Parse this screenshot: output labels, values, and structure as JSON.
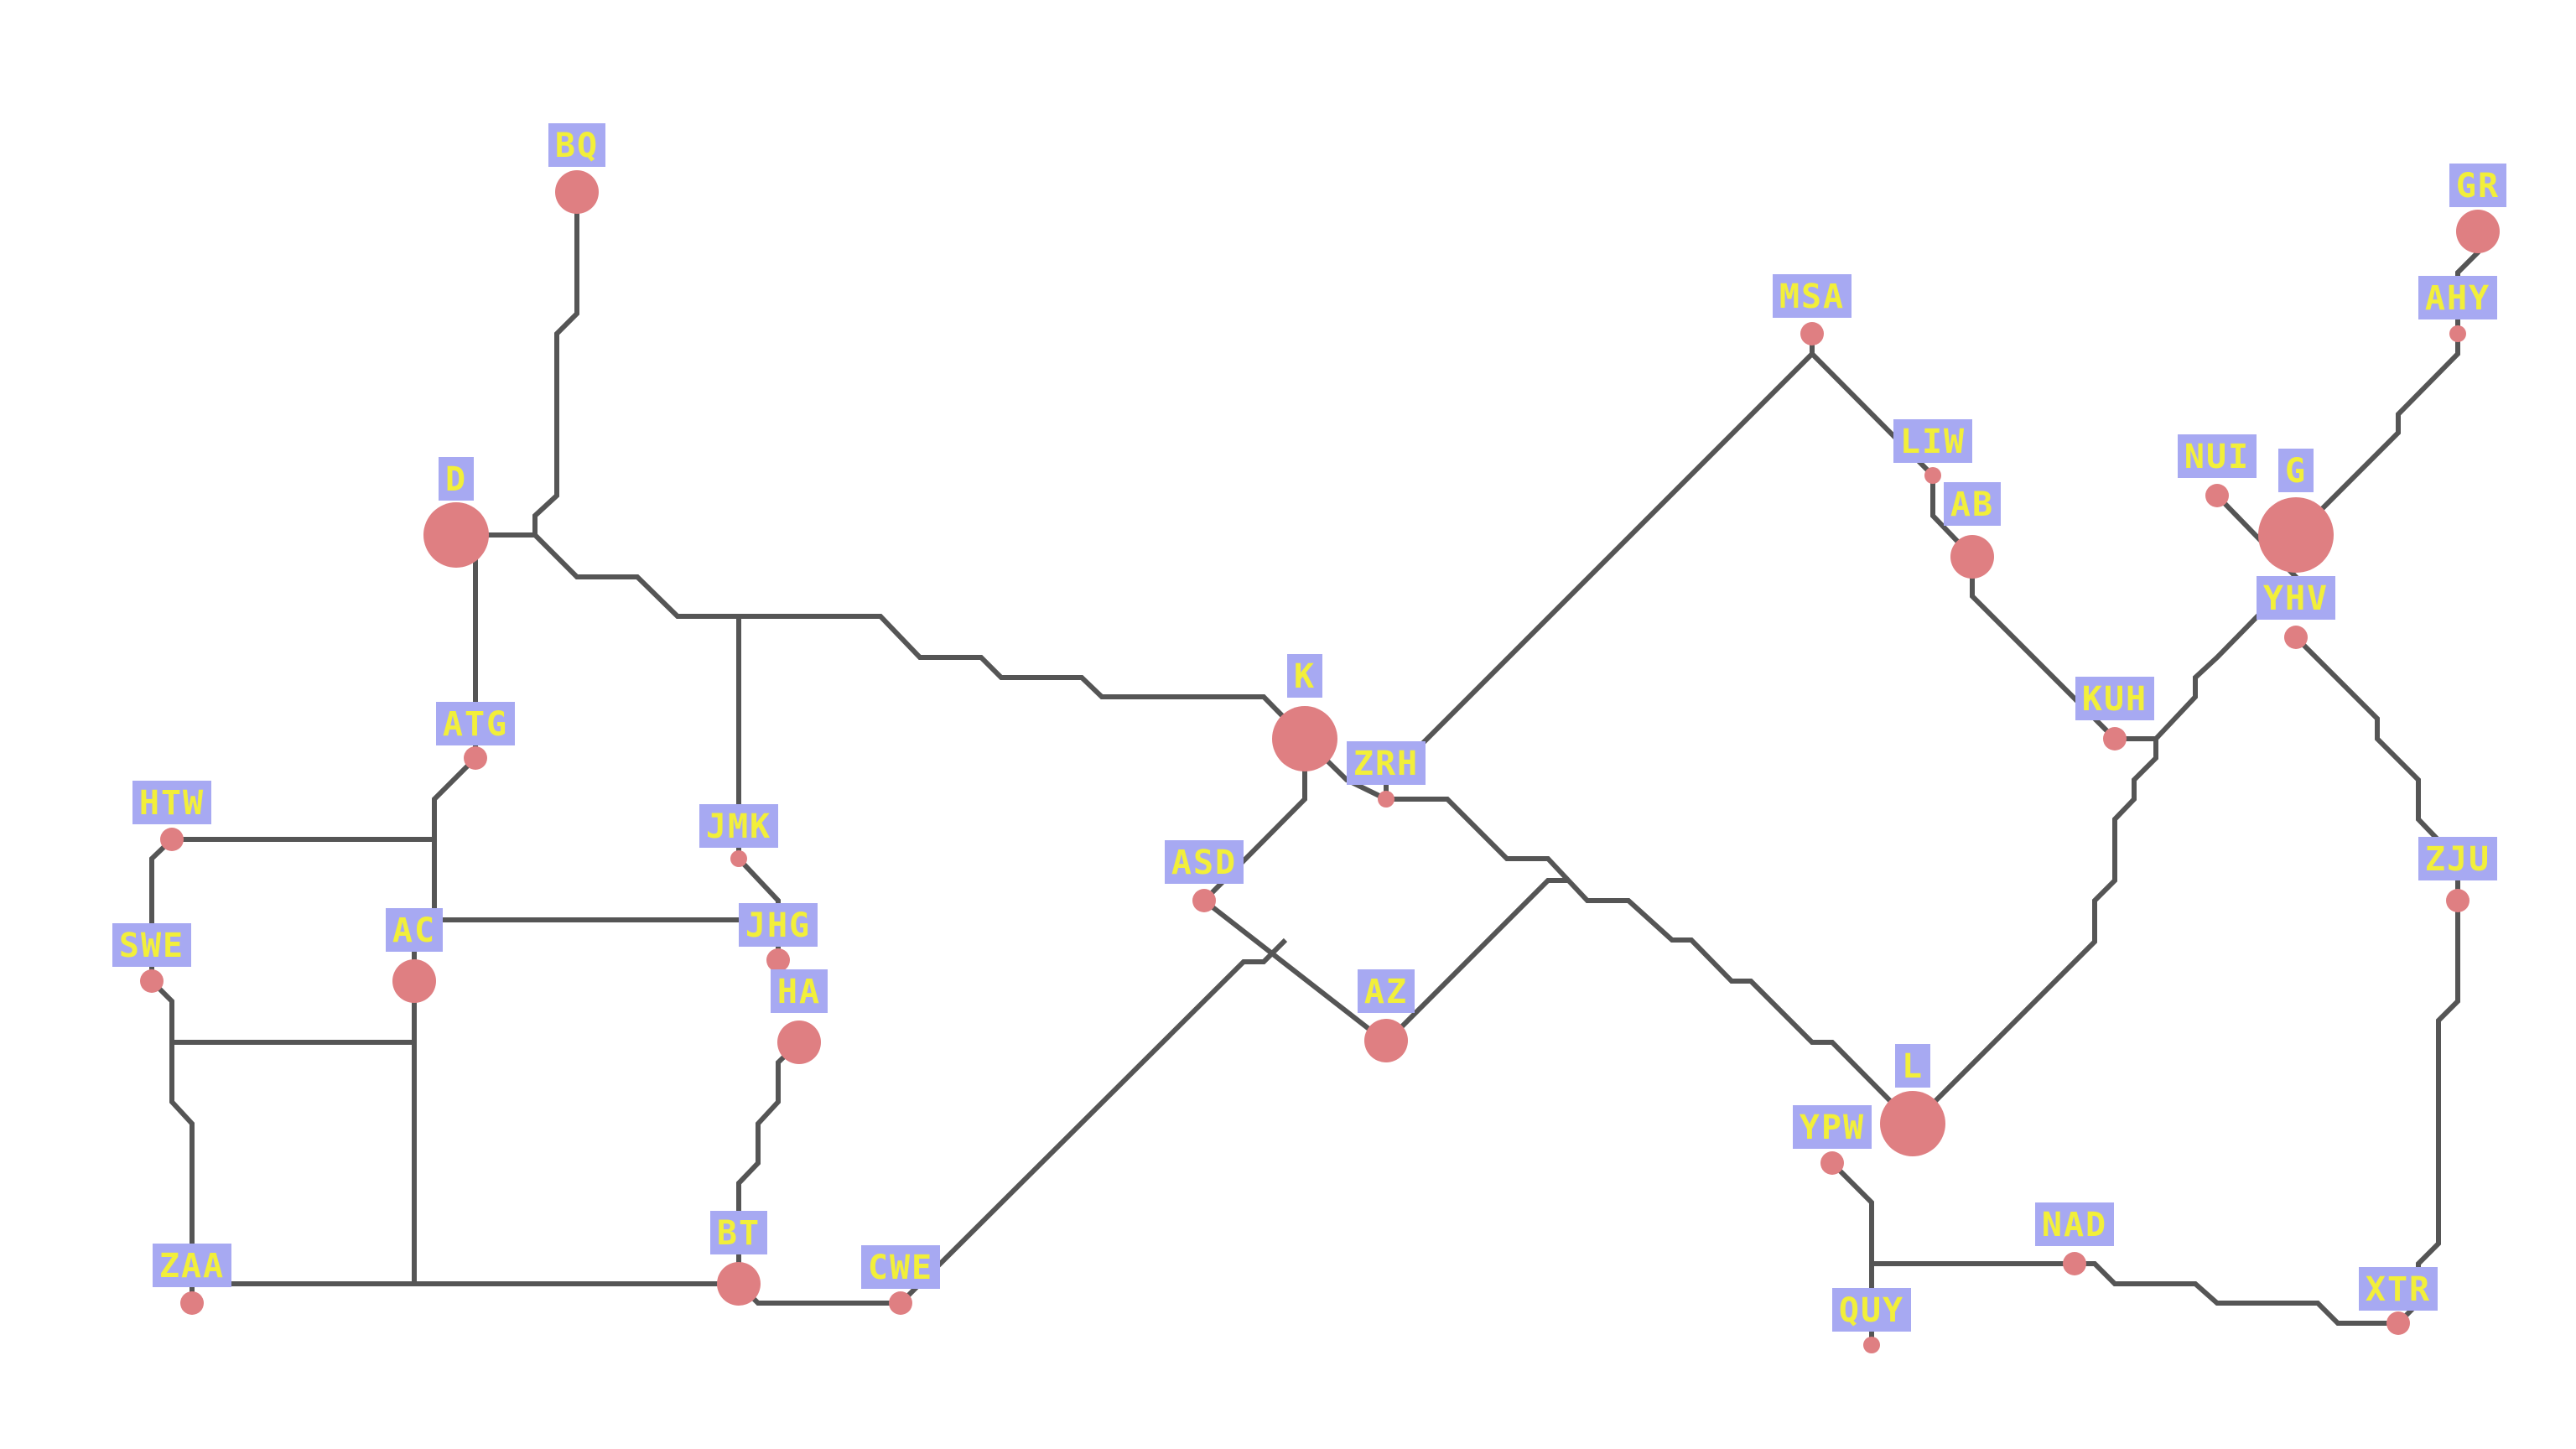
{
  "diagram": {
    "colors": {
      "route": "#555555",
      "node": "#df7f82",
      "label_background": "#a7a9f2",
      "label_text": "#f2ef3a"
    },
    "nodes": [
      {
        "id": "BQ",
        "label": "BQ",
        "size": "medium"
      },
      {
        "id": "D",
        "label": "D",
        "size": "large"
      },
      {
        "id": "ATG",
        "label": "ATG",
        "size": "small"
      },
      {
        "id": "HTW",
        "label": "HTW",
        "size": "small"
      },
      {
        "id": "SWE",
        "label": "SWE",
        "size": "small"
      },
      {
        "id": "AC",
        "label": "AC",
        "size": "medium"
      },
      {
        "id": "ZAA",
        "label": "ZAA",
        "size": "small"
      },
      {
        "id": "JMK",
        "label": "JMK",
        "size": "tiny"
      },
      {
        "id": "JHG",
        "label": "JHG",
        "size": "small"
      },
      {
        "id": "HA",
        "label": "HA",
        "size": "medium"
      },
      {
        "id": "BT",
        "label": "BT",
        "size": "medium"
      },
      {
        "id": "CWE",
        "label": "CWE",
        "size": "small"
      },
      {
        "id": "K",
        "label": "K",
        "size": "large"
      },
      {
        "id": "ZRH",
        "label": "ZRH",
        "size": "tiny"
      },
      {
        "id": "ASD",
        "label": "ASD",
        "size": "small"
      },
      {
        "id": "AZ",
        "label": "AZ",
        "size": "medium"
      },
      {
        "id": "MSA",
        "label": "MSA",
        "size": "small"
      },
      {
        "id": "LIW",
        "label": "LIW",
        "size": "tiny"
      },
      {
        "id": "AB",
        "label": "AB",
        "size": "medium"
      },
      {
        "id": "KUH",
        "label": "KUH",
        "size": "small"
      },
      {
        "id": "L",
        "label": "L",
        "size": "large"
      },
      {
        "id": "YPW",
        "label": "YPW",
        "size": "small"
      },
      {
        "id": "QUY",
        "label": "QUY",
        "size": "tiny"
      },
      {
        "id": "NAD",
        "label": "NAD",
        "size": "small"
      },
      {
        "id": "XTR",
        "label": "XTR",
        "size": "small"
      },
      {
        "id": "NUI",
        "label": "NUI",
        "size": "small"
      },
      {
        "id": "G",
        "label": "G",
        "size": "xlarge"
      },
      {
        "id": "YHV",
        "label": "YHV",
        "size": "small"
      },
      {
        "id": "GR",
        "label": "GR",
        "size": "medium"
      },
      {
        "id": "AHY",
        "label": "AHY",
        "size": "tiny"
      },
      {
        "id": "ZJU",
        "label": "ZJU",
        "size": "small"
      }
    ]
  }
}
